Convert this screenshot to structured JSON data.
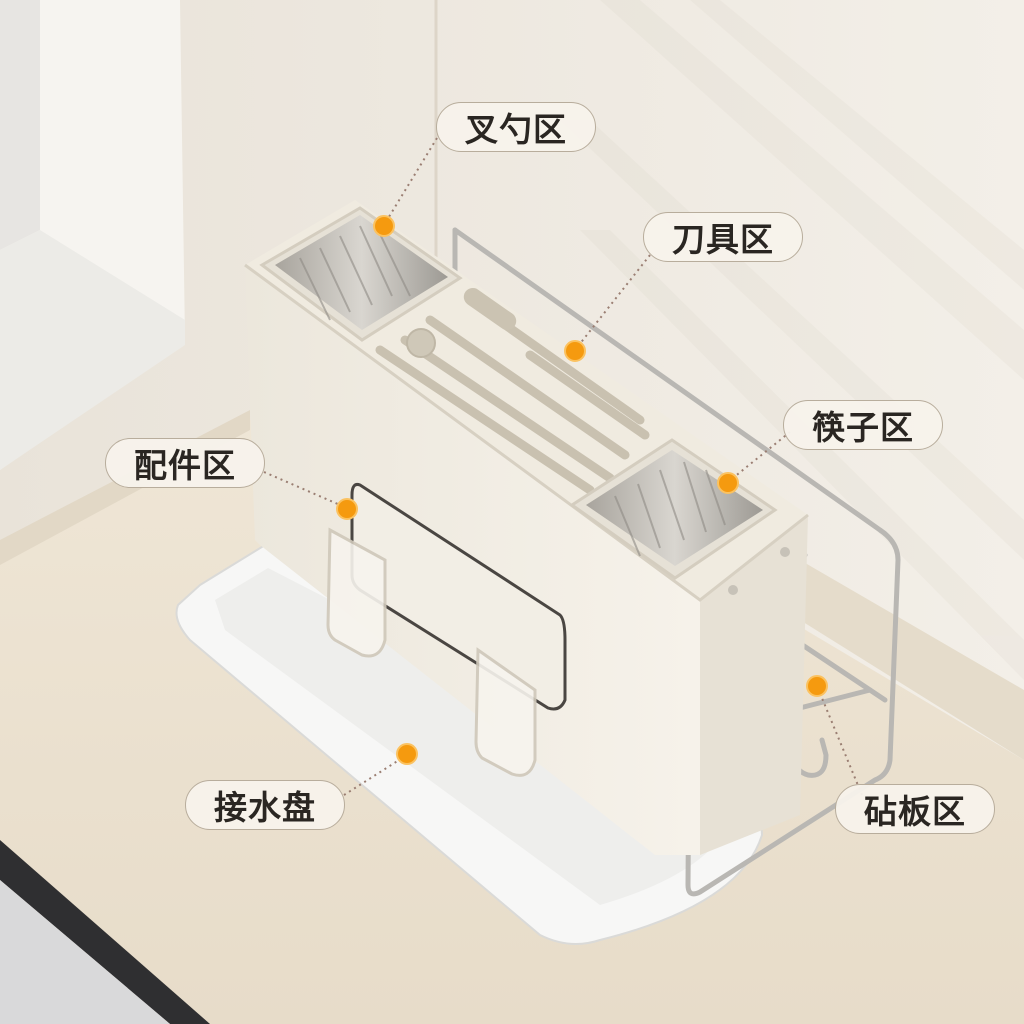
{
  "callouts": {
    "fork_spoon_zone": "叉勺区",
    "knife_zone": "刀具区",
    "chopsticks_zone": "筷子区",
    "accessory_zone": "配件区",
    "drip_tray": "接水盘",
    "cutting_board_zone": "砧板区"
  },
  "colors": {
    "marker": "#f59a0f",
    "rack_body": "#f4f0e6",
    "countertop": "#ece3d3",
    "wall": "#f1ece3",
    "steel_frame": "#b9b7b3"
  },
  "icons": {
    "marker": "orange-dot"
  }
}
